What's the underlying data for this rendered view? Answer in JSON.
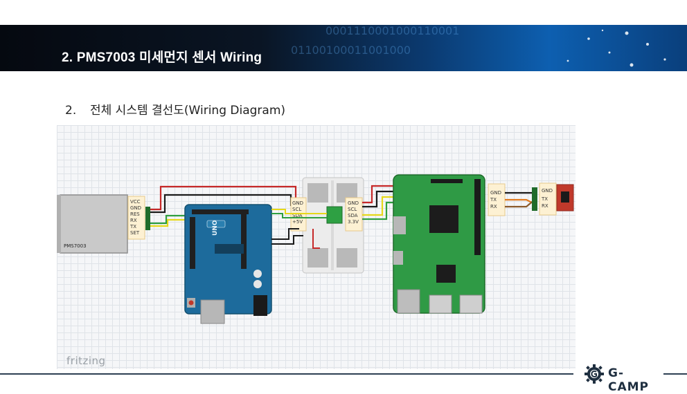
{
  "banner": {
    "title": "2. PMS7003 미세먼지 센서 Wiring"
  },
  "section": {
    "number": "2.",
    "title": "전체 시스템 결선도(Wiring Diagram)"
  },
  "diagram": {
    "watermark": "fritzing",
    "sensor": {
      "label": "PMS7003",
      "pins": [
        "VCC",
        "GND",
        "RES",
        "RX",
        "TX",
        "SET"
      ]
    },
    "level_shifter_left": {
      "pins": [
        "GND",
        "SCL",
        "SDA",
        "+5V"
      ]
    },
    "level_shifter_right": {
      "pins": [
        "GND",
        "SCL",
        "SDA",
        "3.3V"
      ]
    },
    "rpi_uart_label": {
      "pins": [
        "GND",
        "TX",
        "RX"
      ]
    },
    "usb_uart_label": {
      "pins": [
        "GND",
        "TX",
        "RX"
      ]
    },
    "arduino_label": "UNO",
    "wire_colors": {
      "red": "#c62828",
      "black": "#1a1a1a",
      "yellow": "#e6d819",
      "green": "#2e9e3f",
      "orange": "#e07a1f",
      "brown": "#8a5a2b"
    }
  },
  "footer": {
    "logo_text": "G-CAMP",
    "logo_icon": "gear-icon"
  }
}
